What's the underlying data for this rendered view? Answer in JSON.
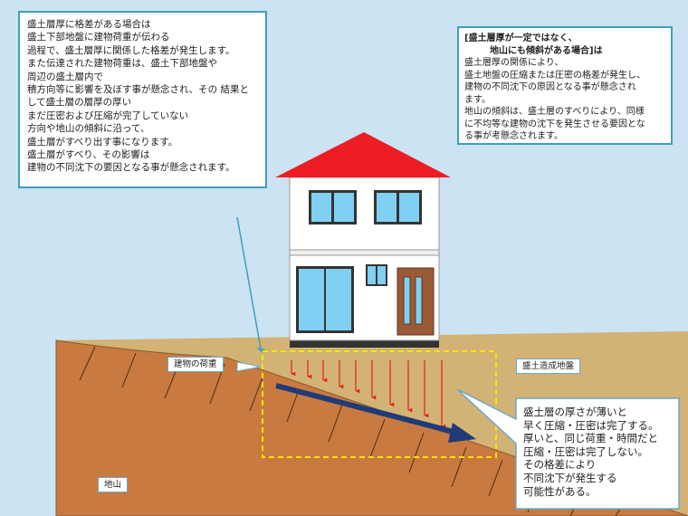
{
  "left_note": {
    "lines": [
      "盛土層厚に格差がある場合は",
      "盛土下部地盤に建物荷重が伝わる",
      "過程で、盛土層厚に関係した格差が発生します。",
      "また伝達された建物荷重は、盛土下部地盤や",
      "周辺の盛土層内で",
      "積方向等に影響を及ぼす事が懸念され、その 結果と",
      "して盛土層の層厚の厚い",
      "まだ圧密および圧縮が完了していない",
      "方向や地山の傾斜に沿って、",
      "盛土層がすべり出す事になります。",
      "盛土層がすべり、その影響は",
      "建物の不同沈下の要因となる事が懸念されます。"
    ]
  },
  "right_note": {
    "title_line1": "[盛土層厚が一定ではなく、",
    "title_line2": "地山にも傾斜がある場合]は",
    "lines": [
      "盛土層厚の関係により、",
      "盛土地盤の圧縮または圧密の格差が発生し、",
      "建物の不同沈下の原因となる事が懸念され",
      "ます。",
      "地山の傾斜は、盛土層のすべりにより、同様",
      "に不均等な建物の沈下を発生させる要因とな",
      "る事が考懸念されます。"
    ]
  },
  "labels": {
    "building_load": "建物の荷重",
    "fill_ground": "盛土造成地盤",
    "natural_mountain": "地山"
  },
  "callout": {
    "lines": [
      "盛土層の厚さが薄いと",
      "早く圧縮・圧密は完了する。",
      "厚いと、同じ荷重・時間だと",
      "圧縮・圧密は完了しない。",
      "その格差により",
      "不同沈下が発生する",
      "可能性がある。"
    ]
  },
  "colors": {
    "sky": "#cbe3f2",
    "fill_soil": "#d3b275",
    "mountain_soil": "#c97a40",
    "roof": "#ee1d23",
    "load_arrow": "#e32020",
    "slide_arrow": "#1f3b78",
    "dashed_box": "#f5e600",
    "note_border": "#3f9fb7"
  }
}
